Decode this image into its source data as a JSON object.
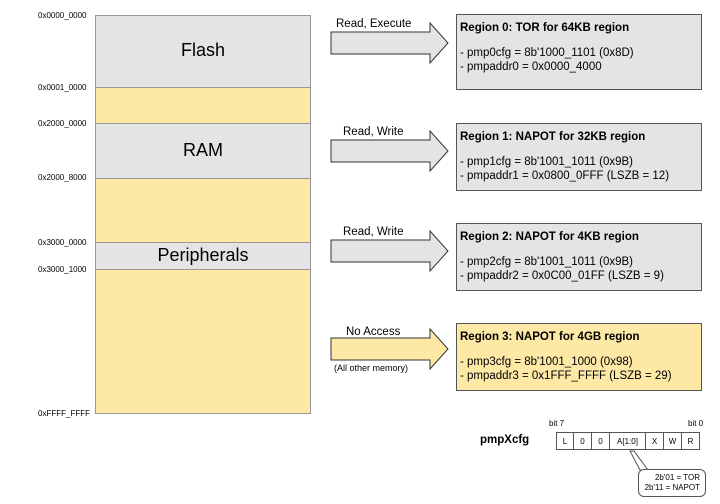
{
  "memory_map": {
    "addresses": [
      "0x0000_0000",
      "0x0001_0000",
      "0x2000_0000",
      "0x2000_8000",
      "0x3000_0000",
      "0x3000_1000",
      "0xFFFF_FFFF"
    ],
    "blocks": [
      "Flash",
      "RAM",
      "Peripherals"
    ]
  },
  "arrows": [
    {
      "label": "Read, Execute"
    },
    {
      "label": "Read, Write"
    },
    {
      "label": "Read, Write"
    },
    {
      "label": "No Access",
      "sublabel": "(All other memory)"
    }
  ],
  "regions": [
    {
      "title": "Region 0: TOR for 64KB region",
      "cfg": "- pmp0cfg = 8b'1000_1101 (0x8D)",
      "addr": "- pmpaddr0 = 0x0000_4000"
    },
    {
      "title": "Region 1: NAPOT for 32KB region",
      "cfg": "- pmp1cfg = 8b'1001_1011 (0x9B)",
      "addr": "- pmpaddr1 = 0x0800_0FFF (LSZB = 12)"
    },
    {
      "title": "Region 2: NAPOT for 4KB region",
      "cfg": "- pmp2cfg = 8b'1001_1011 (0x9B)",
      "addr": "- pmpaddr2 = 0x0C00_01FF (LSZB = 9)"
    },
    {
      "title": "Region 3: NAPOT for 4GB region",
      "cfg": "- pmp3cfg = 8b'1001_1000 (0x98)",
      "addr": "- pmpaddr3 = 0x1FFF_FFFF (LSZB = 29)"
    }
  ],
  "pmpxcfg": {
    "label": "pmpXcfg",
    "bit_high": "bit 7",
    "bit_low": "bit 0",
    "fields": [
      "L",
      "0",
      "0",
      "A[1:0]",
      "X",
      "W",
      "R"
    ],
    "note_line1": "2b'01 = TOR",
    "note_line2": "2b'11 = NAPOT"
  },
  "colors": {
    "gray": "#e4e4e4",
    "yellow": "#fde8a6",
    "outline": "#555555"
  }
}
